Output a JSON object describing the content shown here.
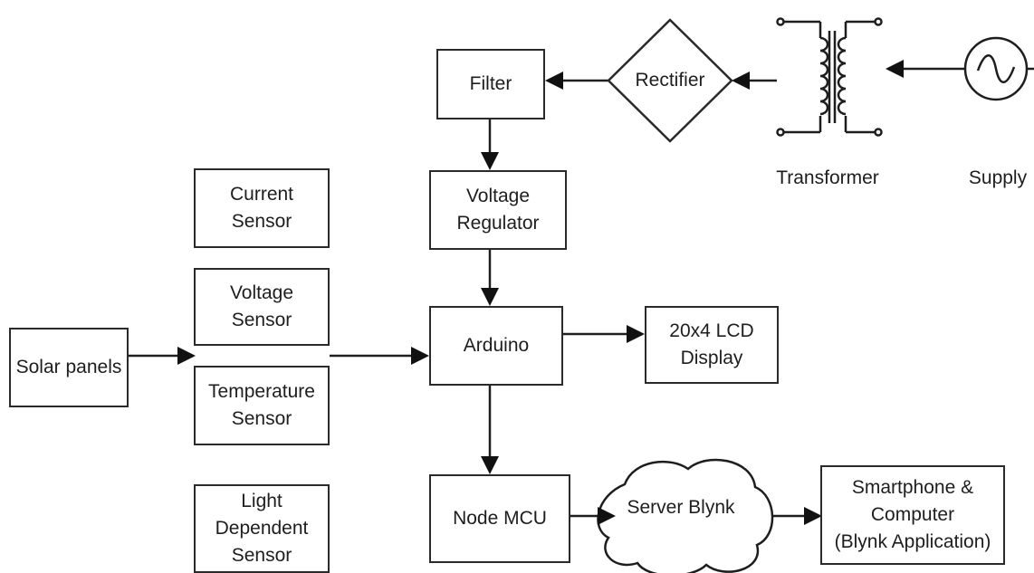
{
  "blocks": {
    "filter": "Filter",
    "rectifier": "Rectifier",
    "transformer": "Transformer",
    "supply": "Supply",
    "voltage_regulator": "Voltage\nRegulator",
    "current_sensor": "Current\nSensor",
    "voltage_sensor": "Voltage\nSensor",
    "temperature_sensor": "Temperature\nSensor",
    "light_sensor": "Light\nDependent\nSensor",
    "solar_panels": "Solar panels",
    "arduino": "Arduino",
    "lcd_display": "20x4 LCD\nDisplay",
    "node_mcu": "Node MCU",
    "server_blynk": "Server Blynk",
    "smartphone_computer": "Smartphone &\nComputer\n(Blynk Application)"
  },
  "colors": {
    "line": "#1e1e1e",
    "box_border": "#2a2a2a",
    "background": "#ffffff"
  }
}
